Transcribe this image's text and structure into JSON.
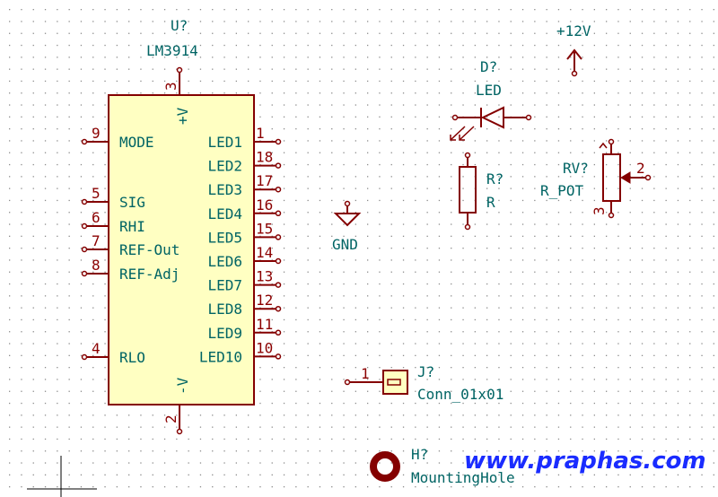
{
  "colors": {
    "body_fill": "#ffffc2",
    "body_stroke": "#840000",
    "text": "#006464",
    "pin_number": "#840000",
    "watermark": "#1a2cff",
    "grid": "#8c8c8c"
  },
  "lm3914": {
    "reference": "U?",
    "value": "LM3914",
    "top_pin": {
      "number": "3",
      "name": "+V"
    },
    "bottom_pin": {
      "number": "2",
      "name": "-V"
    },
    "left_pins": [
      {
        "number": "9",
        "name": "MODE"
      },
      {
        "number": "5",
        "name": "SIG"
      },
      {
        "number": "6",
        "name": "RHI"
      },
      {
        "number": "7",
        "name": "REF-Out"
      },
      {
        "number": "8",
        "name": "REF-Adj"
      },
      {
        "number": "4",
        "name": "RLO"
      }
    ],
    "right_pins": [
      {
        "number": "1",
        "name": "LED1"
      },
      {
        "number": "18",
        "name": "LED2"
      },
      {
        "number": "17",
        "name": "LED3"
      },
      {
        "number": "16",
        "name": "LED4"
      },
      {
        "number": "15",
        "name": "LED5"
      },
      {
        "number": "14",
        "name": "LED6"
      },
      {
        "number": "13",
        "name": "LED7"
      },
      {
        "number": "12",
        "name": "LED8"
      },
      {
        "number": "11",
        "name": "LED9"
      },
      {
        "number": "10",
        "name": "LED10"
      }
    ]
  },
  "power": {
    "plus12v": "+12V",
    "gnd": "GND"
  },
  "led": {
    "reference": "D?",
    "value": "LED"
  },
  "resistor": {
    "reference": "R?",
    "value": "R"
  },
  "potentiometer": {
    "reference": "RV?",
    "value": "R_POT",
    "wiper_pin": "2",
    "pin3": "3"
  },
  "connector": {
    "reference": "J?",
    "value": "Conn_01x01",
    "pin": "1"
  },
  "mounting_hole": {
    "reference": "H?",
    "value": "MountingHole"
  },
  "watermark": "www.praphas.com"
}
